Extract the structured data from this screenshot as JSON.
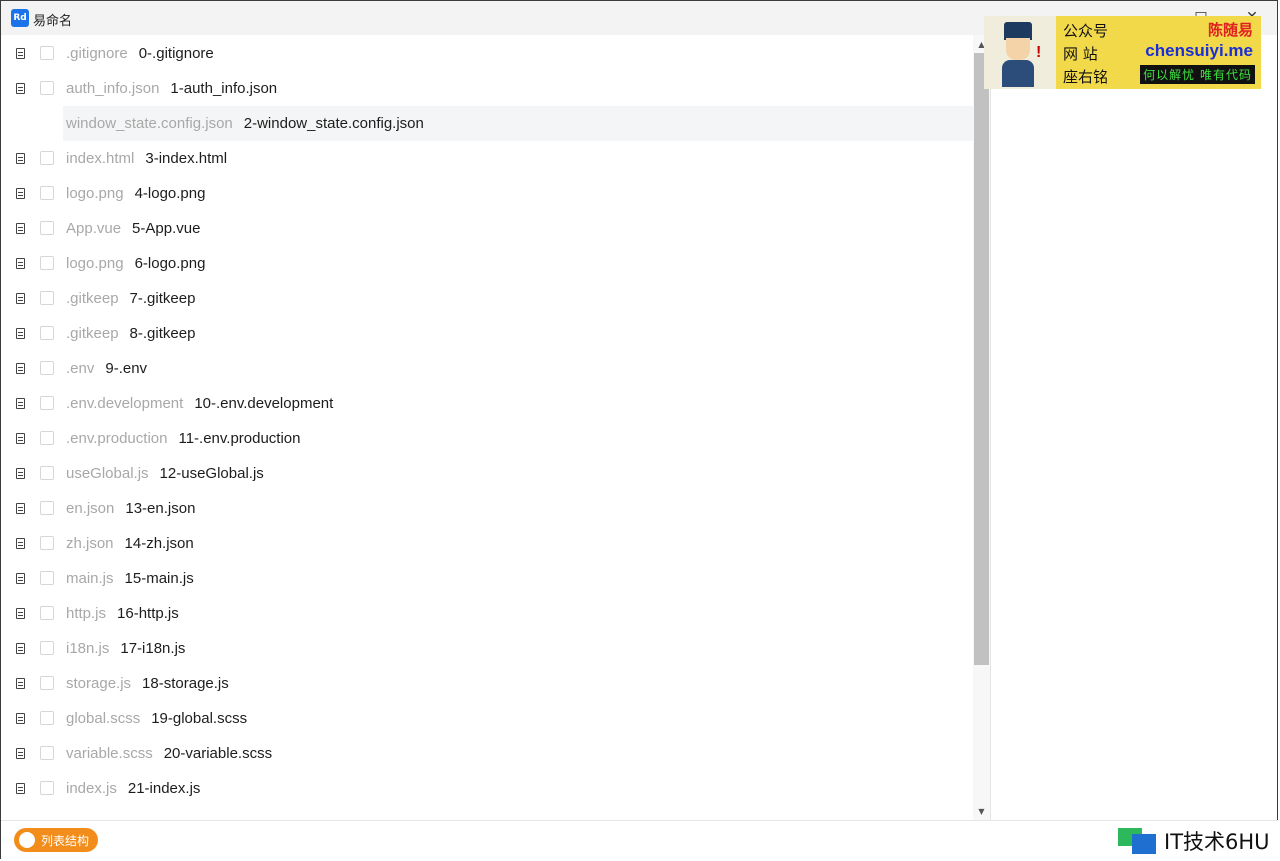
{
  "window": {
    "icon_text": "Rd",
    "title": "易命名",
    "minimize_glyph": "□",
    "close_glyph": "✕"
  },
  "files": [
    {
      "old": ".gitignore",
      "new": "0-.gitignore"
    },
    {
      "old": "auth_info.json",
      "new": "1-auth_info.json"
    },
    {
      "old": "window_state.config.json",
      "new": "2-window_state.config.json"
    },
    {
      "old": "index.html",
      "new": "3-index.html"
    },
    {
      "old": "logo.png",
      "new": "4-logo.png"
    },
    {
      "old": "App.vue",
      "new": "5-App.vue"
    },
    {
      "old": "logo.png",
      "new": "6-logo.png"
    },
    {
      "old": ".gitkeep",
      "new": "7-.gitkeep"
    },
    {
      "old": ".gitkeep",
      "new": "8-.gitkeep"
    },
    {
      "old": ".env",
      "new": "9-.env"
    },
    {
      "old": ".env.development",
      "new": "10-.env.development"
    },
    {
      "old": ".env.production",
      "new": "11-.env.production"
    },
    {
      "old": "useGlobal.js",
      "new": "12-useGlobal.js"
    },
    {
      "old": "en.json",
      "new": "13-en.json"
    },
    {
      "old": "zh.json",
      "new": "14-zh.json"
    },
    {
      "old": "main.js",
      "new": "15-main.js"
    },
    {
      "old": "http.js",
      "new": "16-http.js"
    },
    {
      "old": "i18n.js",
      "new": "17-i18n.js"
    },
    {
      "old": "storage.js",
      "new": "18-storage.js"
    },
    {
      "old": "global.scss",
      "new": "19-global.scss"
    },
    {
      "old": "variable.scss",
      "new": "20-variable.scss"
    },
    {
      "old": "index.js",
      "new": "21-index.js"
    }
  ],
  "hovered_row_index": 2,
  "scrollbar": {
    "up_glyph": "▲",
    "down_glyph": "▼"
  },
  "ad": {
    "label_gzh": "公众号",
    "label_site": "网  站",
    "label_motto": "座右铭",
    "name": "陈随易",
    "site": "chensuiyi.me",
    "motto": "何以解忧 唯有代码"
  },
  "bottom": {
    "toggle_label": "列表结构",
    "watermark": "IT技术6HU"
  },
  "colors": {
    "accent": "#f28c1a",
    "ad_bg": "#f2d94a",
    "old_name": "#a8a8a8",
    "new_name": "#1d1d1d"
  }
}
